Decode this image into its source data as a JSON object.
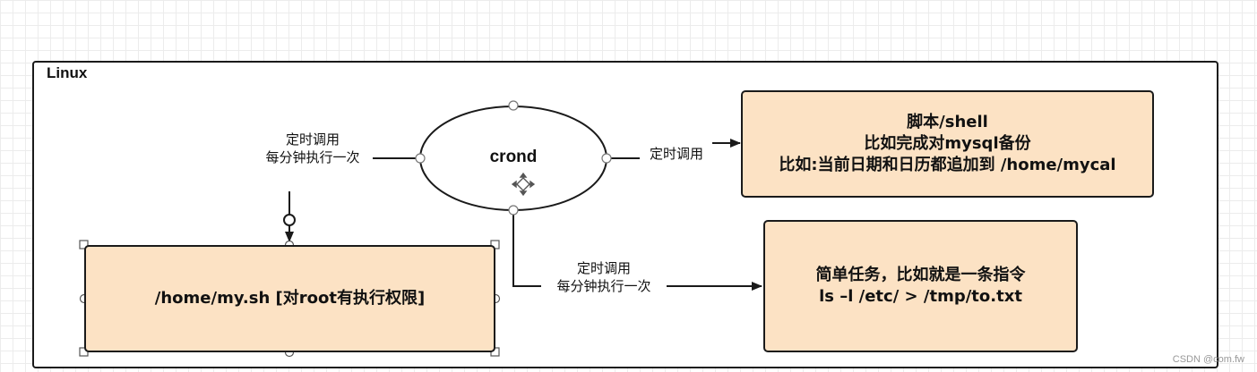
{
  "frame": {
    "title": "Linux"
  },
  "nodes": {
    "crond": {
      "label": "crond"
    },
    "script_box": {
      "lines": [
        "脚本/shell",
        "比如完成对mysql备份",
        "比如:当前日期和日历都追加到 /home/mycal"
      ]
    },
    "task_box": {
      "lines": [
        "简单任务，比如就是一条指令",
        "ls –l  /etc/ > /tmp/to.txt"
      ]
    },
    "mysh_box": {
      "label": "/home/my.sh [对root有执行权限]"
    }
  },
  "edges": {
    "left_label": [
      "定时调用",
      "每分钟执行一次"
    ],
    "right_label": "定时调用",
    "bottom_label": [
      "定时调用",
      "每分钟执行一次"
    ]
  },
  "watermark": "CSDN @com.fw",
  "colors": {
    "box_fill": "#fce2c4",
    "stroke": "#1a1a1a",
    "background": "#ffffff"
  }
}
